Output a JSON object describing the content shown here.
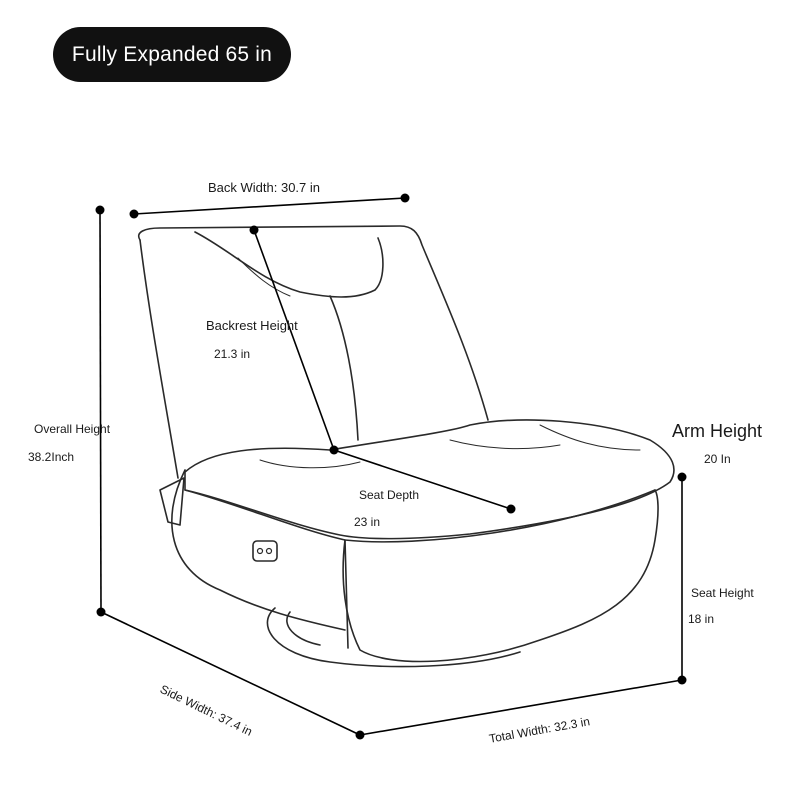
{
  "badge": {
    "text": "Fully Expanded 65 in"
  },
  "dimensions": {
    "back_width": "Back Width: 30.7 in",
    "backrest_height_label": "Backrest Height",
    "backrest_height_value": "21.3 in",
    "overall_height_label": "Overall Height",
    "overall_height_value": "38.2Inch",
    "arm_height_label": "Arm Height",
    "arm_height_value": "20 In",
    "seat_depth_label": "Seat Depth",
    "seat_depth_value": "23 in",
    "seat_height_label": "Seat Height",
    "seat_height_value": "18 in",
    "side_width": "Side Width: 37.4 in",
    "total_width": "Total Width: 32.3 in"
  },
  "colors": {
    "badge_bg": "#111111",
    "badge_text": "#ffffff",
    "ink": "#1a1a1a"
  }
}
